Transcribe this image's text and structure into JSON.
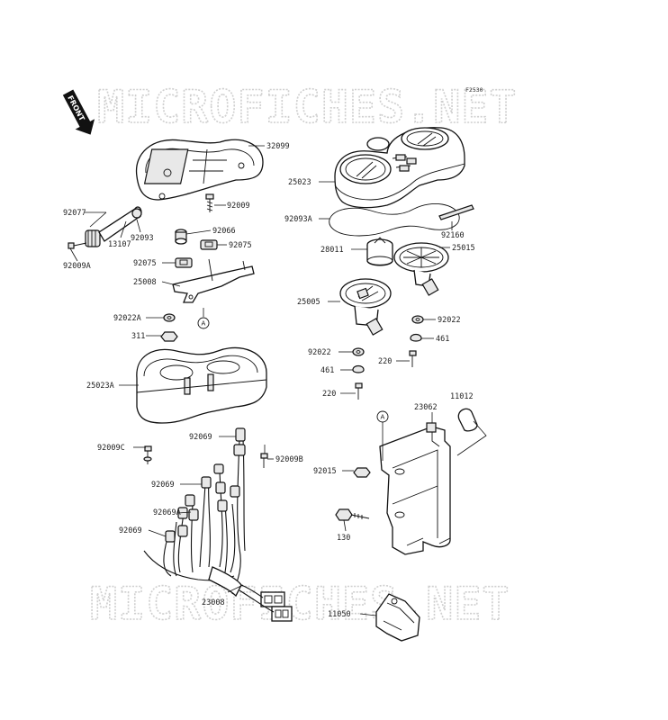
{
  "figure_code": "F2530",
  "watermark_text": "MICROFICHES.NET",
  "front_label": "FRONT",
  "reference_mark": "A",
  "parts": {
    "p32099": "32099",
    "p92009": "92009",
    "p92077": "92077",
    "p13107": "13107",
    "p92093": "92093",
    "p92066": "92066",
    "p92075a": "92075",
    "p92075b": "92075",
    "p92009a": "92009A",
    "p25008": "25008",
    "p92022a": "92022A",
    "p311": "311",
    "p25023a": "25023A",
    "p92009c": "92009C",
    "p92069a1": "92069",
    "p92009b": "92009B",
    "p92069a2": "92069",
    "p92069A": "92069A",
    "p92069a3": "92069",
    "p23008": "23008",
    "p25023": "25023",
    "p92093a": "92093A",
    "p92160": "92160",
    "p28011": "28011",
    "p25015": "25015",
    "p25005": "25005",
    "p92022b": "92022",
    "p92022c": "92022",
    "p461a": "461",
    "p461b": "461",
    "p220a": "220",
    "p220b": "220",
    "p23062": "23062",
    "p11012": "11012",
    "p92015": "92015",
    "p130": "130",
    "p11050": "11050"
  }
}
